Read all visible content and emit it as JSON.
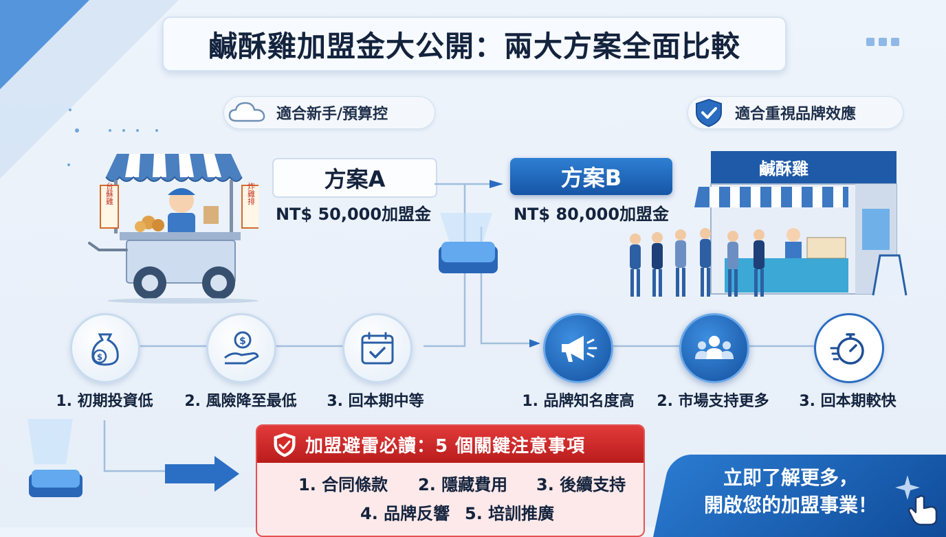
{
  "title": "鹹酥雞加盟金大公開：兩大方案全面比較",
  "plan_a": {
    "tag": "適合新手/預算控",
    "name": "方案A",
    "fee": "NT$ 50,000加盟金",
    "cart_sign_left": "台蘇雞",
    "cart_sign_right": "炸雞排",
    "benefits": [
      "1. 初期投資低",
      "2. 風險降至最低",
      "3. 回本期中等"
    ]
  },
  "plan_b": {
    "tag": "適合重視品牌效應",
    "name": "方案B",
    "fee": "NT$ 80,000加盟金",
    "shop_sign": "鹹酥雞",
    "benefits": [
      "1. 品牌知名度高",
      "2. 市場支持更多",
      "3. 回本期較快"
    ]
  },
  "warning": {
    "heading": "加盟避雷必讀：5 個關鍵注意事項",
    "items": [
      "1. 合同條款",
      "2. 隱藏費用",
      "3. 後續支持",
      "4. 品牌反響",
      "5. 培訓推廣"
    ]
  },
  "cta": {
    "line1": "立即了解更多，",
    "line2": "開啟您的加盟事業！"
  },
  "colors": {
    "primary_blue": "#1655a6",
    "warning_red": "#d42a2a",
    "background": "#eef4fb"
  }
}
